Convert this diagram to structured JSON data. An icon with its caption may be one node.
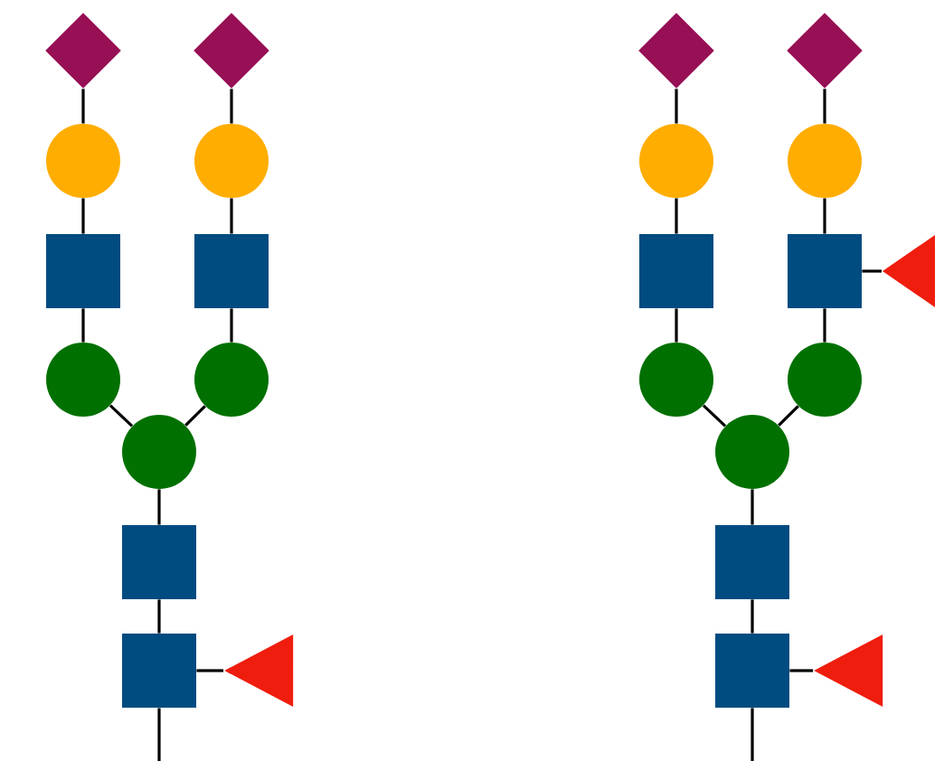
{
  "diagram": {
    "nodes": [
      {
        "text": [],
        "shape": "diamond"
      },
      {
        "text": [],
        "shape": "diamond"
      },
      {
        "text": [],
        "shape": "circle"
      },
      {
        "text": [],
        "shape": "circle"
      },
      {
        "text": [],
        "shape": "box"
      },
      {
        "text": [],
        "shape": "box"
      },
      {
        "text": [],
        "shape": "circle"
      },
      {
        "text": [],
        "shape": "circle"
      },
      {
        "text": [],
        "shape": "circle"
      },
      {
        "text": [],
        "shape": "box"
      },
      {
        "text": [],
        "shape": "box"
      },
      {
        "text": [],
        "shape": "triangle"
      },
      {
        "text": [],
        "shape": "diamond"
      },
      {
        "text": [],
        "shape": "diamond"
      },
      {
        "text": [],
        "shape": "circle"
      },
      {
        "text": [],
        "shape": "circle"
      },
      {
        "text": [],
        "shape": "box"
      },
      {
        "text": [],
        "shape": "box"
      },
      {
        "text": [],
        "shape": "triangle"
      },
      {
        "text": [],
        "shape": "circle"
      },
      {
        "text": [],
        "shape": "circle"
      },
      {
        "text": [],
        "shape": "circle"
      },
      {
        "text": [],
        "shape": "box"
      },
      {
        "text": [],
        "shape": "box"
      },
      {
        "text": [],
        "shape": "triangle"
      }
    ],
    "edges": [
      {
        "from": 0,
        "to": 2,
        "arrow": "none"
      },
      {
        "from": 1,
        "to": 3,
        "arrow": "none"
      },
      {
        "from": 2,
        "to": 4,
        "arrow": "none"
      },
      {
        "from": 3,
        "to": 5,
        "arrow": "none"
      },
      {
        "from": 4,
        "to": 6,
        "arrow": "none"
      },
      {
        "from": 5,
        "to": 7,
        "arrow": "none"
      },
      {
        "from": 6,
        "to": 8,
        "arrow": "none"
      },
      {
        "from": 7,
        "to": 8,
        "arrow": "none"
      },
      {
        "from": 8,
        "to": 9,
        "arrow": "none"
      },
      {
        "from": 9,
        "to": 10,
        "arrow": "none"
      },
      {
        "from": 10,
        "to": 11,
        "arrow": "none"
      },
      {
        "from": 10,
        "to": null,
        "arrow": "none"
      },
      {
        "from": 12,
        "to": 14,
        "arrow": "none"
      },
      {
        "from": 13,
        "to": 15,
        "arrow": "none"
      },
      {
        "from": 14,
        "to": 16,
        "arrow": "none"
      },
      {
        "from": 15,
        "to": 17,
        "arrow": "none"
      },
      {
        "from": 17,
        "to": 18,
        "arrow": "none"
      },
      {
        "from": 16,
        "to": 19,
        "arrow": "none"
      },
      {
        "from": 17,
        "to": 20,
        "arrow": "none"
      },
      {
        "from": 19,
        "to": 21,
        "arrow": "none"
      },
      {
        "from": 20,
        "to": 21,
        "arrow": "none"
      },
      {
        "from": 21,
        "to": 22,
        "arrow": "none"
      },
      {
        "from": 22,
        "to": 23,
        "arrow": "none"
      },
      {
        "from": 23,
        "to": 24,
        "arrow": "none"
      },
      {
        "from": 23,
        "to": null,
        "arrow": "none"
      }
    ]
  }
}
